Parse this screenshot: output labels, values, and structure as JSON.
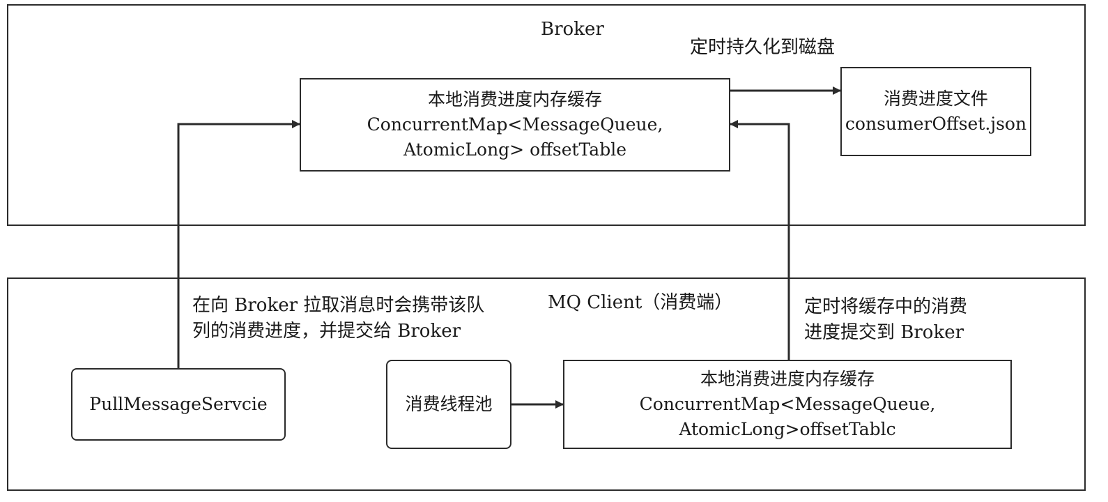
{
  "broker": {
    "title": "Broker",
    "persist_label": "定时持久化到磁盘",
    "cache_box": {
      "line1": "本地消费进度内存缓存",
      "line2": "ConcurrentMap<MessageQueue,",
      "line3": "AtomicLong> offsetTable"
    },
    "file_box": {
      "line1": "消费进度文件",
      "line2": "consumerOffset.json"
    }
  },
  "client": {
    "title": "MQ Client（消费端）",
    "pull_note": {
      "line1": "在向 Broker 拉取消息时会携带该队",
      "line2": "列的消费进度，并提交给 Broker"
    },
    "commit_note": {
      "line1": "定时将缓存中的消费",
      "line2": "进度提交到 Broker"
    },
    "pull_service_label": "PullMessageServcie",
    "thread_pool_label": "消费线程池",
    "cache_box": {
      "line1": "本地消费进度内存缓存",
      "line2": "ConcurrentMap<MessageQueue,",
      "line3": "AtomicLong>offsetTablc"
    }
  },
  "colors": {
    "stroke": "#2b2b2b",
    "background": "#ffffff"
  }
}
